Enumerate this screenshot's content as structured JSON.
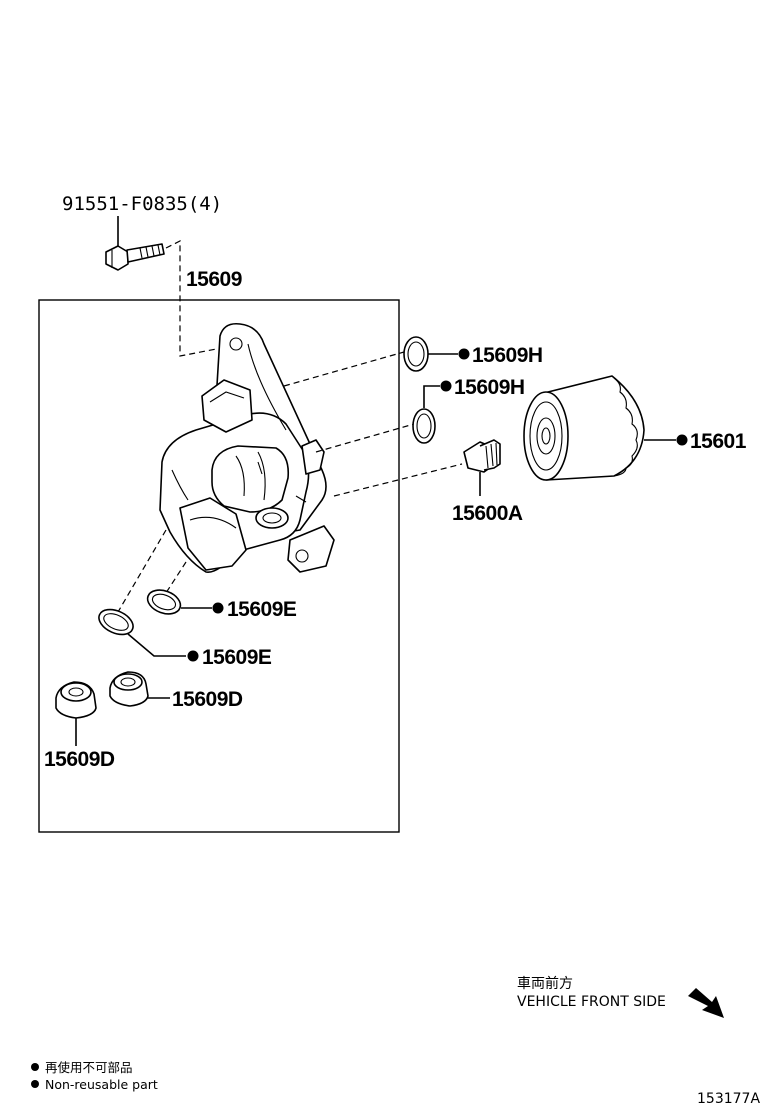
{
  "labels": {
    "bolt": "91551-F0835(4)",
    "housing": "15609",
    "oring_h_1": "15609H",
    "oring_h_2": "15609H",
    "filter": "15601",
    "union": "15600A",
    "oring_e_1": "15609E",
    "oring_e_2": "15609E",
    "plug_d_1": "15609D",
    "plug_d_2": "15609D"
  },
  "direction": {
    "japanese": "車両前方",
    "english": "VEHICLE FRONT SIDE"
  },
  "legend": {
    "japanese": "再使用不可部品",
    "english": "Non-reusable part"
  },
  "figure_id": "153177A",
  "colors": {
    "ink": "#000000",
    "background": "#ffffff"
  },
  "icons": [
    "bullet-dot",
    "direction-arrow"
  ]
}
